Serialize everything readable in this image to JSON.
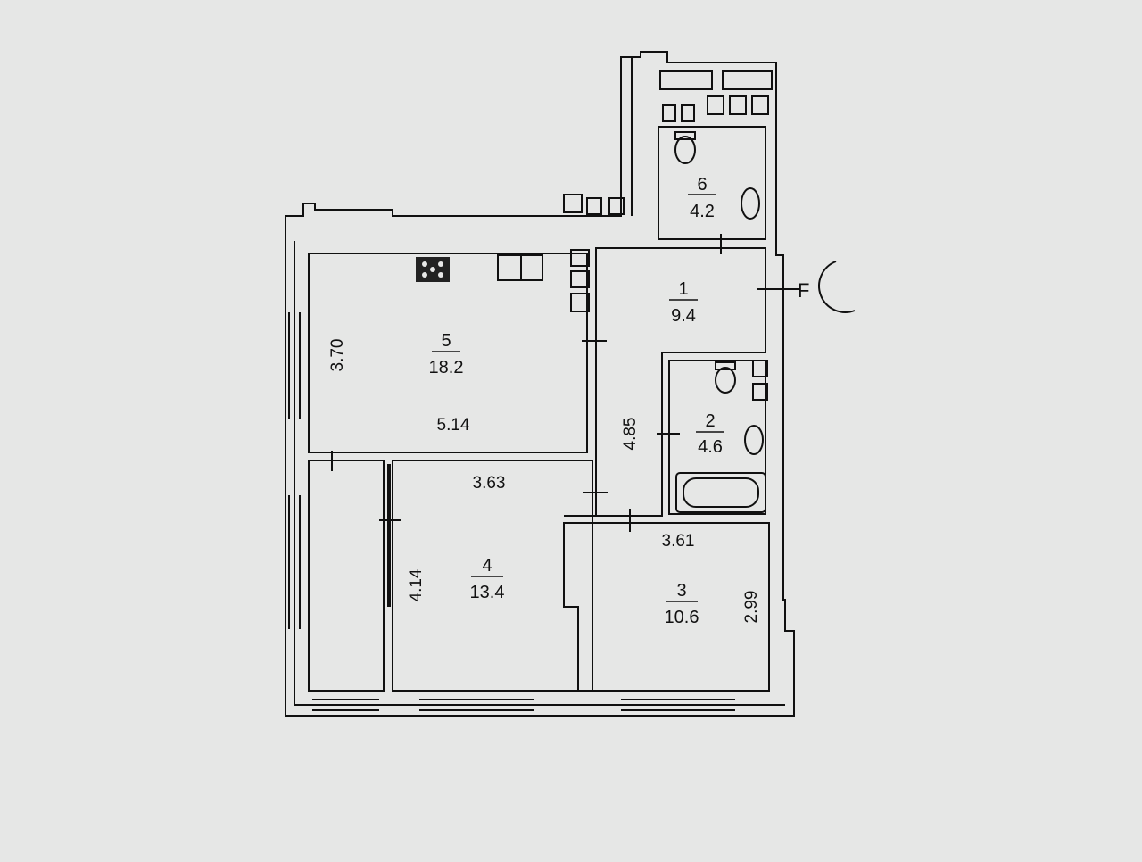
{
  "colors": {
    "background": "#e6e7e6",
    "line": "#111111"
  },
  "rooms": [
    {
      "id": "1",
      "number": "1",
      "area": "9.4"
    },
    {
      "id": "2",
      "number": "2",
      "area": "4.6"
    },
    {
      "id": "3",
      "number": "3",
      "area": "10.6"
    },
    {
      "id": "4",
      "number": "4",
      "area": "13.4"
    },
    {
      "id": "5",
      "number": "5",
      "area": "18.2"
    },
    {
      "id": "6",
      "number": "6",
      "area": "4.2"
    }
  ],
  "dimensions": {
    "room5_height": "3.70",
    "room5_width": "5.14",
    "corridor_height": "4.85",
    "room4_width": "3.63",
    "room4_height": "4.14",
    "room3_width": "3.61",
    "room3_height": "2.99"
  },
  "riser_symbol": "F"
}
